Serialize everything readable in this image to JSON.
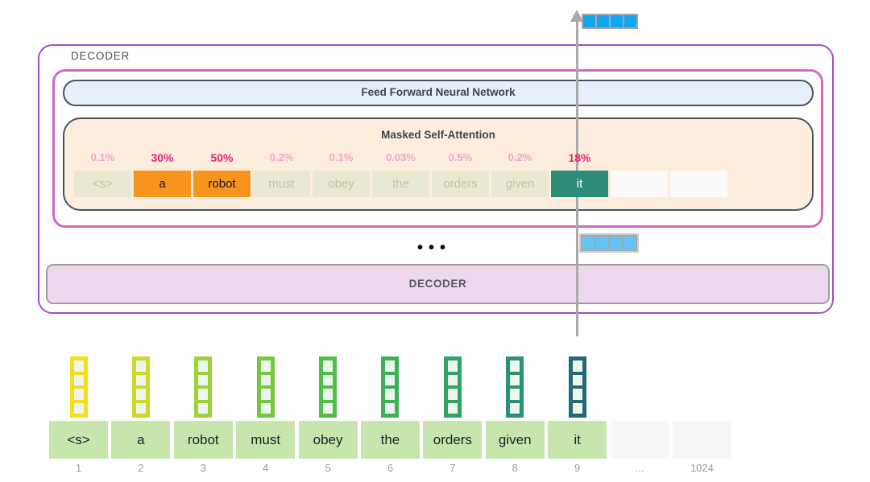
{
  "decoder_block": {
    "label": "DECODER",
    "ffnn_label": "Feed Forward Neural Network",
    "attention": {
      "title": "Masked Self-Attention",
      "tokens": [
        {
          "text": "<s>",
          "pct": "0.1%",
          "style": "faded"
        },
        {
          "text": "a",
          "pct": "30%",
          "style": "orange"
        },
        {
          "text": "robot",
          "pct": "50%",
          "style": "orange"
        },
        {
          "text": "must",
          "pct": "0.2%",
          "style": "faded"
        },
        {
          "text": "obey",
          "pct": "0.1%",
          "style": "faded"
        },
        {
          "text": "the",
          "pct": "0.03%",
          "style": "faded"
        },
        {
          "text": "orders",
          "pct": "0.5%",
          "style": "faded"
        },
        {
          "text": "given",
          "pct": "0.2%",
          "style": "faded"
        },
        {
          "text": "it",
          "pct": "18%",
          "style": "teal"
        },
        {
          "text": "",
          "pct": "",
          "style": "blank"
        },
        {
          "text": "",
          "pct": "",
          "style": "blank"
        }
      ]
    },
    "ellipsis": "•••",
    "inner_decoder_label": "DECODER"
  },
  "embeddings": {
    "tokens": [
      "<s>",
      "a",
      "robot",
      "must",
      "obey",
      "the",
      "orders",
      "given",
      "it",
      "",
      ""
    ],
    "positions": [
      "1",
      "2",
      "3",
      "4",
      "5",
      "6",
      "7",
      "8",
      "9",
      "...",
      "1024"
    ],
    "vector_colors": [
      "#f6dd20",
      "#cbd92b",
      "#9ed336",
      "#72c940",
      "#50bf4a",
      "#3bb355",
      "#2fa463",
      "#2b9279",
      "#226b76"
    ]
  },
  "colors": {
    "outer_border": "#a84cc8",
    "inner_border": "#ce68cd",
    "component_border": "#4a535b",
    "ffnn_fill": "#e6effa",
    "attention_fill": "#fdeddc",
    "highlight_orange": "#f7941e",
    "highlight_teal": "#2c8b79",
    "faded_cell": "#e9e8d3",
    "pct_light": "#f9a3ca",
    "pct_strong": "#ec1e78",
    "decoder_bar_fill": "#eed8f0",
    "token_green": "#c7e6ae",
    "output_vector_blue": "#0fa7f2",
    "hidden_vector_blue": "#63c3f4",
    "arrow_gray": "#a9a9a9"
  }
}
